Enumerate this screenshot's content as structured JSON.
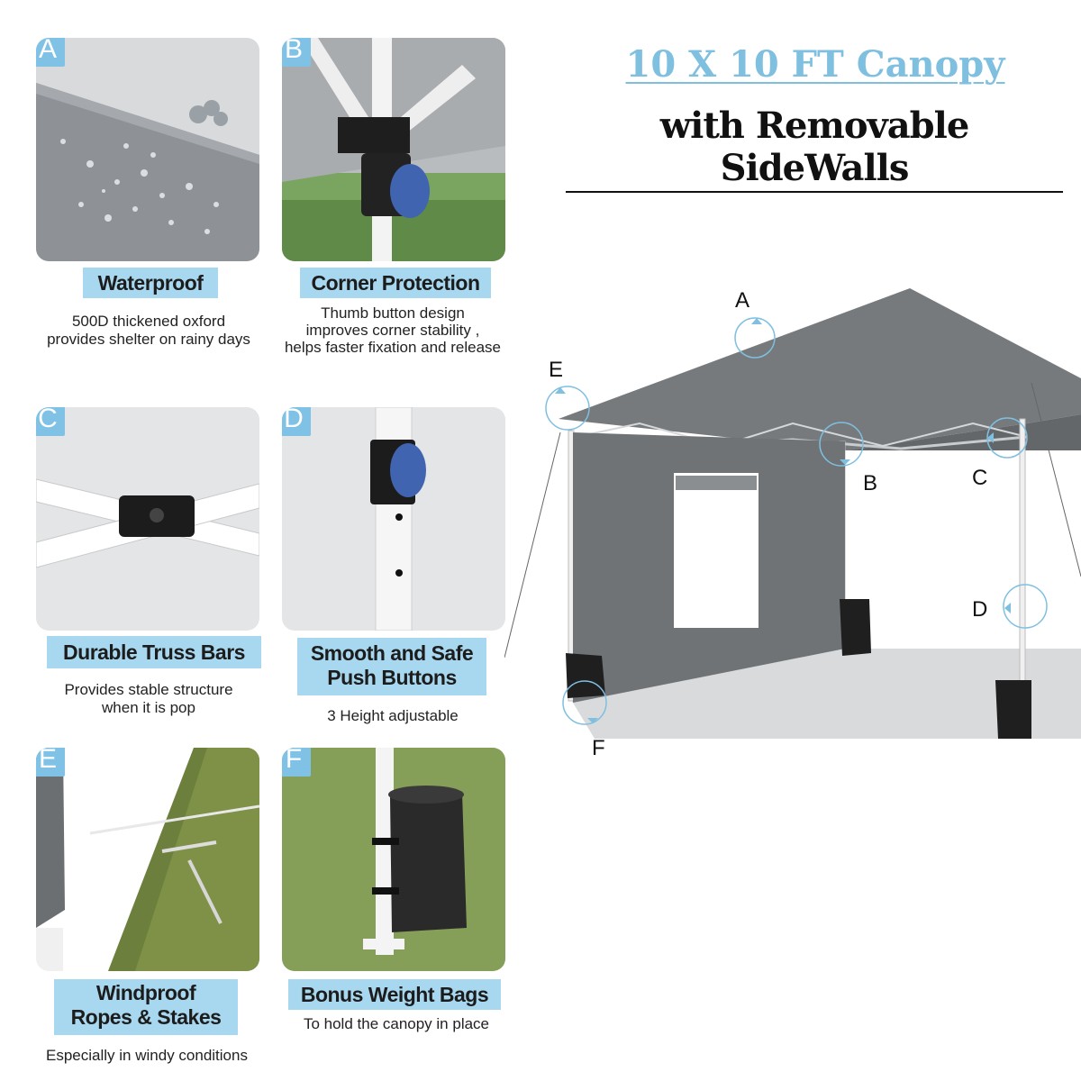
{
  "title": {
    "line1": "10 X 10 FT Canopy",
    "line2": "with Removable SideWalls"
  },
  "features": [
    {
      "letter": "A",
      "label": "Waterproof",
      "desc1": "500D thickened oxford",
      "desc2": "provides shelter on rainy days"
    },
    {
      "letter": "B",
      "label": "Corner Protection",
      "desc1": "Thumb button design",
      "desc2": "improves corner stability ,",
      "desc3": "helps faster fixation and release"
    },
    {
      "letter": "C",
      "label": "Durable Truss Bars",
      "desc1": "Provides stable structure",
      "desc2": "when it is pop"
    },
    {
      "letter": "D",
      "label1": "Smooth and Safe",
      "label2": "Push Buttons",
      "desc1": "3 Height adjustable"
    },
    {
      "letter": "E",
      "label1": "Windproof",
      "label2": "Ropes & Stakes",
      "desc1": "Especially in windy conditions"
    },
    {
      "letter": "F",
      "label": "Bonus Weight Bags",
      "desc1": "To hold the canopy in place"
    }
  ],
  "diagram_labels": {
    "a": "A",
    "b": "B",
    "c": "C",
    "d": "D",
    "e": "E",
    "f": "F"
  },
  "colors": {
    "accent": "#a8d8f0",
    "letter_badge": "#7fc2e6",
    "title_blue": "#7fbfe0",
    "canopy_gray": "#6f7376"
  }
}
